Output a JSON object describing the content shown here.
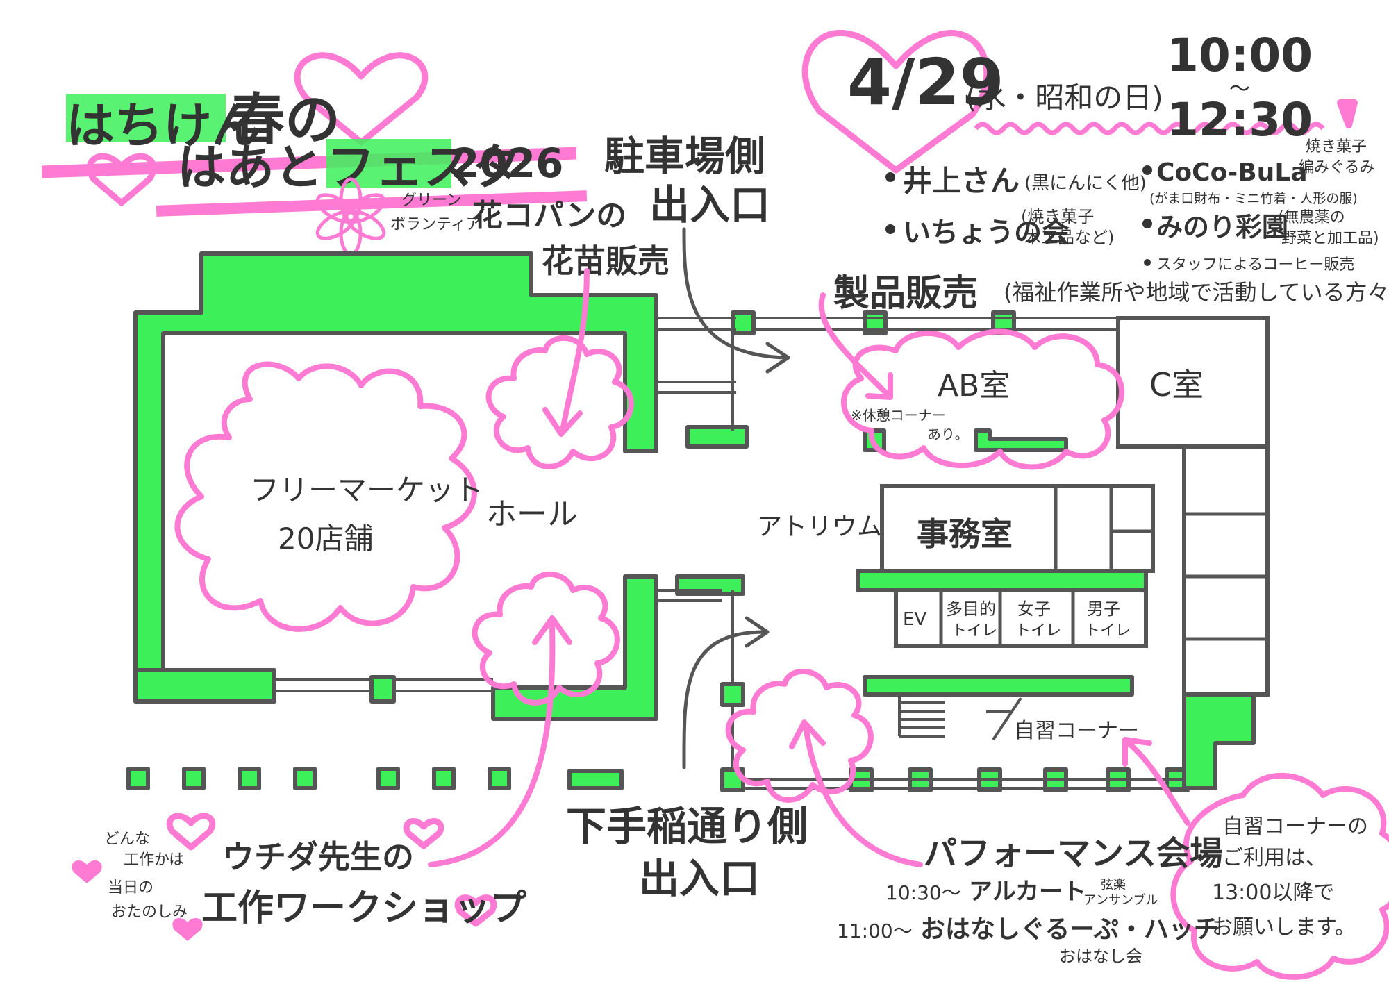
{
  "title": {
    "line1_a": "はちけん",
    "line1_b": "春の",
    "line2_a": "はあと",
    "line2_b": "フェスタ",
    "year": "2026"
  },
  "date": {
    "day": "4/29",
    "weekday": "(水・昭和の日)",
    "time_start": "10:00",
    "time_tilde": "〜",
    "time_end": "12:30"
  },
  "vendors": {
    "left": [
      {
        "name": "井上さん",
        "note": "(黒にんにく他)"
      },
      {
        "name": "いちょうの会",
        "note1": "(焼き菓子",
        "note2": "木工品など)"
      }
    ],
    "right": [
      {
        "name": "CoCo-BuLa",
        "note1": "焼き菓子",
        "note2": "編みぐるみ",
        "note3": "(がま口財布・ミニ竹着・人形の服)"
      },
      {
        "name": "みのり彩園",
        "note1": "(無農薬の",
        "note2": "野菜と加工品)"
      }
    ],
    "coffee": "スタッフによるコーヒー販売"
  },
  "product_sale": {
    "title": "製品販売",
    "subtitle": "(福祉作業所や地域で活動している方々)"
  },
  "parking_entrance": {
    "line1": "駐車場側",
    "line2": "出入口"
  },
  "street_entrance": {
    "line1": "下手稲通り側",
    "line2": "出入口"
  },
  "flower": {
    "org1": "グリーン",
    "org2": "ボランティア",
    "name": "花コパンの",
    "sale": "花苗販売"
  },
  "rooms": {
    "flea_market_1": "フリーマーケット",
    "flea_market_2": "20店舗",
    "hall": "ホール",
    "atrium": "アトリウム",
    "ab_room": "AB室",
    "rest_1": "※休憩コーナー",
    "rest_2": "あり。",
    "c_room": "C室",
    "office": "事務室",
    "ev": "EV",
    "toilet_multi_1": "多目的",
    "toilet_multi_2": "トイレ",
    "toilet_women_1": "女子",
    "toilet_women_2": "トイレ",
    "toilet_men_1": "男子",
    "toilet_men_2": "トイレ",
    "study": "自習コーナー"
  },
  "workshop": {
    "note1": "どんな",
    "note2": "工作かは",
    "note3": "当日の",
    "note4": "おたのしみ",
    "teacher": "ウチダ先生の",
    "title": "工作ワークショップ"
  },
  "performance": {
    "title": "パフォーマンス会場",
    "p1_time": "10:30〜",
    "p1_name": "アルカート",
    "p1_note1": "弦楽",
    "p1_note2": "アンサンブル",
    "p2_time": "11:00〜",
    "p2_name": "おはなしぐるーぷ・ハッチ",
    "p2_note": "おはなし会"
  },
  "study_notice": {
    "l1": "自習コーナーの",
    "l2": "ご利用は、",
    "l3": "13:00以降で",
    "l4": "お願いします。"
  },
  "colors": {
    "green": "#3df05a",
    "pink": "#ff7ad2",
    "ink": "#333333",
    "wall": "#555555"
  }
}
